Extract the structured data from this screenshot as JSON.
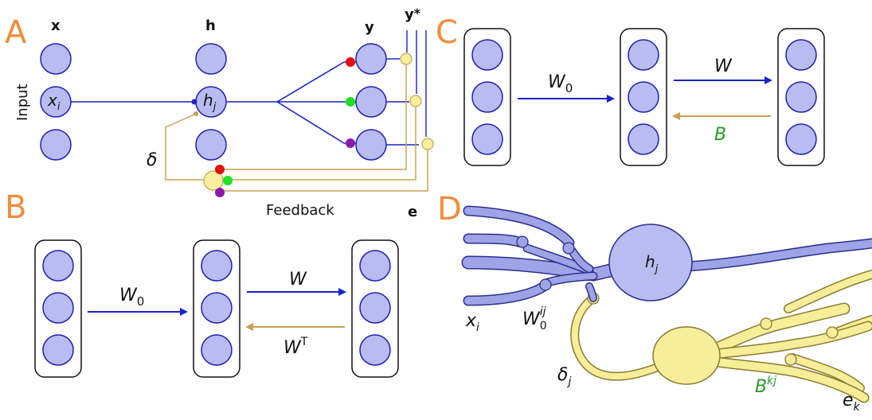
{
  "panels": {
    "a": {
      "letter": "A",
      "col_x": "x",
      "col_h": "h",
      "col_y": "y",
      "col_ystar": "y",
      "ystar_sup": "*",
      "input_label": "Input",
      "xi_base": "x",
      "xi_sub": "i",
      "hj_base": "h",
      "hj_sub": "j",
      "delta": "δ",
      "feedback_label": "Feedback",
      "e_label": "e",
      "colors": {
        "unit_fill": "#b8bcf0",
        "unit_stroke": "#2020b0",
        "forward": "#1a22c8",
        "feedback": "#c8a050",
        "comparator": "#f8f0a0",
        "red": "#e21010",
        "green": "#20e020",
        "purple": "#8a1aa8"
      }
    },
    "b": {
      "letter": "B",
      "w0_base": "W",
      "w0_sub": "0",
      "w_label": "W",
      "wt_base": "W",
      "wt_sup": "T"
    },
    "c": {
      "letter": "C",
      "w0_base": "W",
      "w0_sub": "0",
      "w_label": "W",
      "b_label": "B"
    },
    "d": {
      "letter": "D",
      "hj_base": "h",
      "hj_sub": "j",
      "xi_base": "x",
      "xi_sub": "i",
      "w0_base": "W",
      "w0_sub": "0",
      "w0_sup": "ij",
      "delta_base": "δ",
      "delta_sub": "j",
      "b_base": "B",
      "b_sup": "kj",
      "e_base": "e",
      "e_sub": "k"
    }
  }
}
